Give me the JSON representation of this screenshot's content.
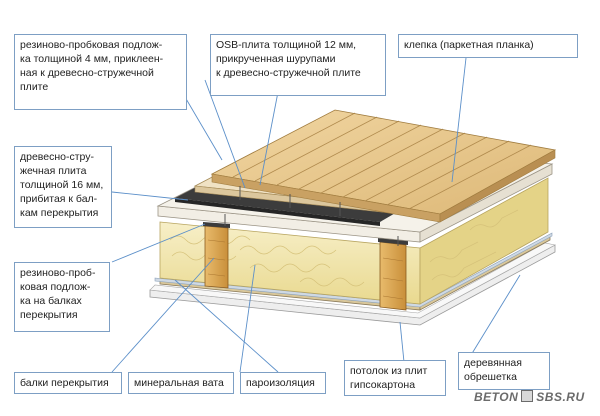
{
  "labels": {
    "rubber_cork_underlay_4mm": "резиново-пробковая подлож-\nка толщиной 4 мм, приклеен-\nная к древесно-стружечной\nплите",
    "osb_board": "OSB-плита толщиной 12 мм,\nприкрученная шурупами\nк древесно-стружечной плите",
    "parquet_plank": "клепка (паркетная планка)",
    "chipboard_16mm": "древесно-стру-\nжечная плита\nтолщиной 16 мм,\nприбитая к бал-\nкам перекрытия",
    "rubber_cork_underlay_beams": "резиново-проб-\nковая подлож-\nка на балках\nперекрытия",
    "floor_beams": "балки перекрытия",
    "mineral_wool": "минеральная вата",
    "vapor_barrier": "пароизоляция",
    "gypsum_ceiling": "потолок из плит\nгипсокартона",
    "wood_lathing": "деревянная\nобрешетка"
  },
  "watermark": {
    "left": "BETON",
    "right": "SBS.RU"
  },
  "colors": {
    "label_border": "#7d9fc4",
    "leader_line": "#5b8fc9",
    "parquet": "#e9c98e",
    "osb": "#f0e2c4",
    "underlay": "#3c3c3c",
    "chipboard": "#f2eee5",
    "wool": "#f3e7b3",
    "beam": "#e2b060",
    "ceiling": "#f4f4f4"
  }
}
